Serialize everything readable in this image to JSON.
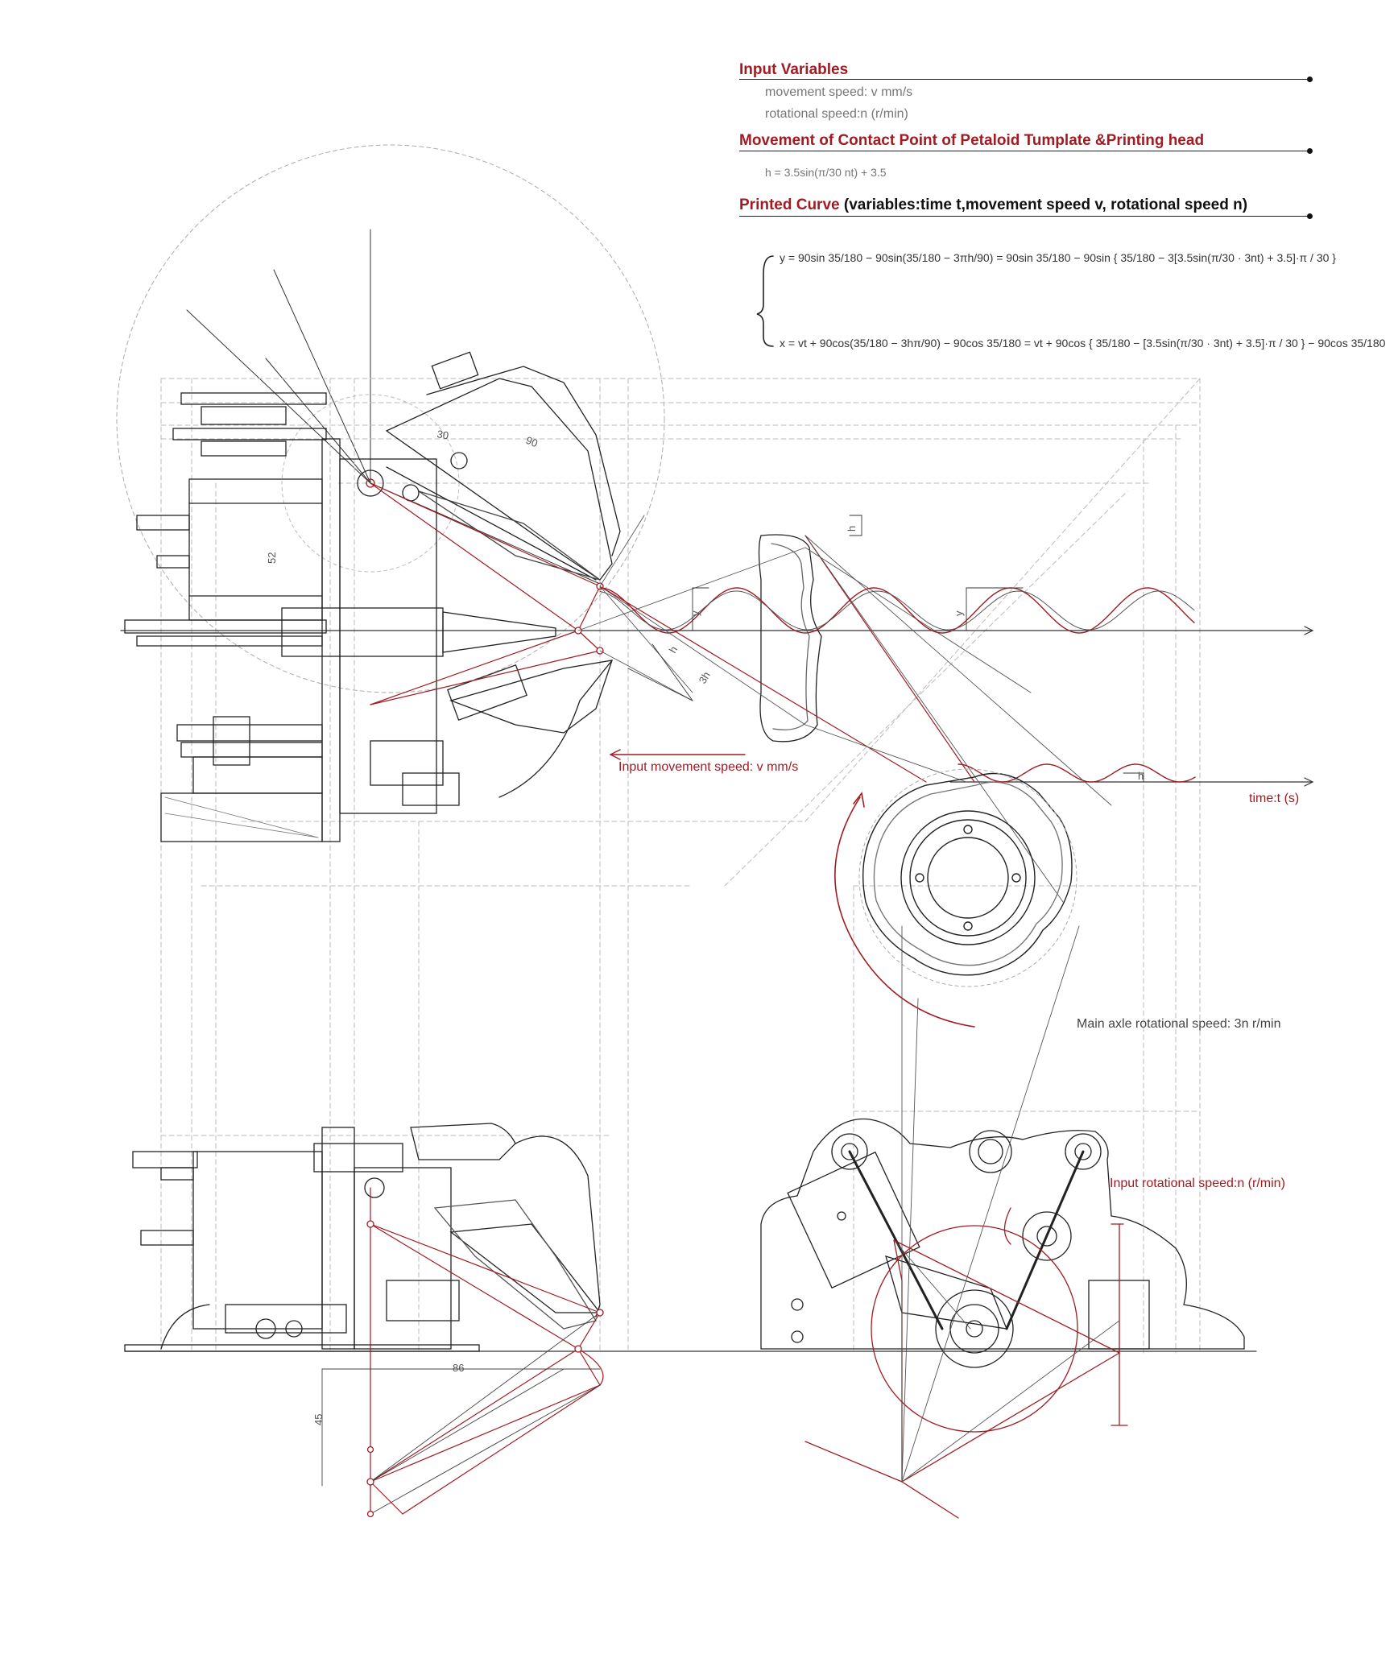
{
  "sections": {
    "input_variables": {
      "title": "Input Variables",
      "lines": [
        "movement speed: v mm/s",
        "rotational speed:n (r/min)"
      ]
    },
    "contact_point": {
      "title": "Movement of Contact Point of Petaloid Tumplate &Printing head",
      "formula": "h = 3.5sin(π/30 nt) + 3.5"
    },
    "printed_curve": {
      "title_red": "Printed Curve",
      "title_black": " (variables:time t,movement speed v, rotational speed n)",
      "y_formula": "y = 90sin 35/180 − 90sin(35/180 − 3πh/90) = 90sin 35/180 − 90sin { 35/180 − 3[3.5sin(π/30 · 3nt) + 3.5]·π / 30 }",
      "x_formula": "x = vt + 90cos(35/180 − 3hπ/90) − 90cos 35/180 = vt + 90cos { 35/180 − [3.5sin(π/30 · 3nt) + 3.5]·π / 30 } − 90cos 35/180"
    }
  },
  "annotations": {
    "movement_speed": "Input movement speed: v mm/s",
    "time_axis": "time:t  (s)",
    "main_axle": "Main axle rotational speed: 3n r/min",
    "rotational_speed": "Input rotational speed:n (r/min)"
  },
  "dimensions": {
    "angle_30": "30",
    "angle_90": "90",
    "dim_52": "52",
    "dim_86": "86",
    "dim_45": "45",
    "label_h": "h",
    "label_y": "y",
    "label_3h": "3h"
  },
  "colors": {
    "accent_red": "#a01c22",
    "line_dark": "#222222",
    "line_light": "#999999"
  }
}
